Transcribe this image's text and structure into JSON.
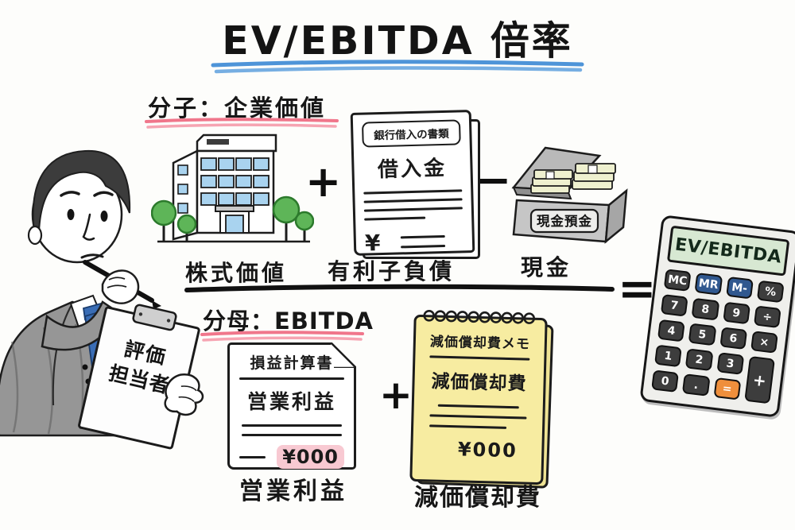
{
  "title": {
    "text": "EV/EBITDA 倍率"
  },
  "formula": {
    "plus_top": "+",
    "minus": "−",
    "plus_bottom": "+",
    "equals": "="
  },
  "numerator": {
    "heading": "分子：企業価値",
    "equity": {
      "caption": "株式価値"
    },
    "debt_document": {
      "header": "銀行借入の書類",
      "item": "借入金",
      "currency": "¥",
      "caption": "有利子負債"
    },
    "cash": {
      "box_label": "現金預金",
      "caption": "現金"
    }
  },
  "denominator": {
    "heading": "分母：EBITDA",
    "income_statement": {
      "header": "損益計算書",
      "item": "営業利益",
      "amount": "¥000",
      "caption": "営業利益"
    },
    "depreciation_memo": {
      "header": "減価償却費メモ",
      "item": "減価償却費",
      "amount": "¥000",
      "caption": "減価償却費"
    }
  },
  "analyst": {
    "clipboard_line1": "評価",
    "clipboard_line2": "担当者"
  },
  "calculator": {
    "display": "EV/EBITDA",
    "buttons": [
      {
        "label": "MC",
        "color": "dark"
      },
      {
        "label": "MR",
        "color": "blue"
      },
      {
        "label": "M-",
        "color": "blue"
      },
      {
        "label": "%",
        "color": "dark"
      },
      {
        "label": "7",
        "color": "dark"
      },
      {
        "label": "8",
        "color": "dark"
      },
      {
        "label": "9",
        "color": "dark"
      },
      {
        "label": "÷",
        "color": "dark"
      },
      {
        "label": "4",
        "color": "dark"
      },
      {
        "label": "5",
        "color": "dark"
      },
      {
        "label": "6",
        "color": "dark"
      },
      {
        "label": "×",
        "color": "dark"
      },
      {
        "label": "1",
        "color": "dark"
      },
      {
        "label": "2",
        "color": "dark"
      },
      {
        "label": "3",
        "color": "dark"
      },
      {
        "label": "+",
        "color": "dark"
      },
      {
        "label": "0",
        "color": "dark"
      },
      {
        "label": ".",
        "color": "dark"
      },
      {
        "label": "=",
        "color": "orange"
      }
    ]
  },
  "colors": {
    "title_underline": "#4e94d8",
    "heading_underline": "#f0768b",
    "amount_highlight": "#f8c9d2",
    "memo_paper": "#f7eca1",
    "calc_display_bg": "#d7e8d2",
    "calc_button_blue": "#30588f",
    "calc_button_orange": "#ef8f3c",
    "window_blue": "#a9d3ef",
    "tree_green": "#5eb558",
    "tie_blue": "#3a6db5"
  }
}
